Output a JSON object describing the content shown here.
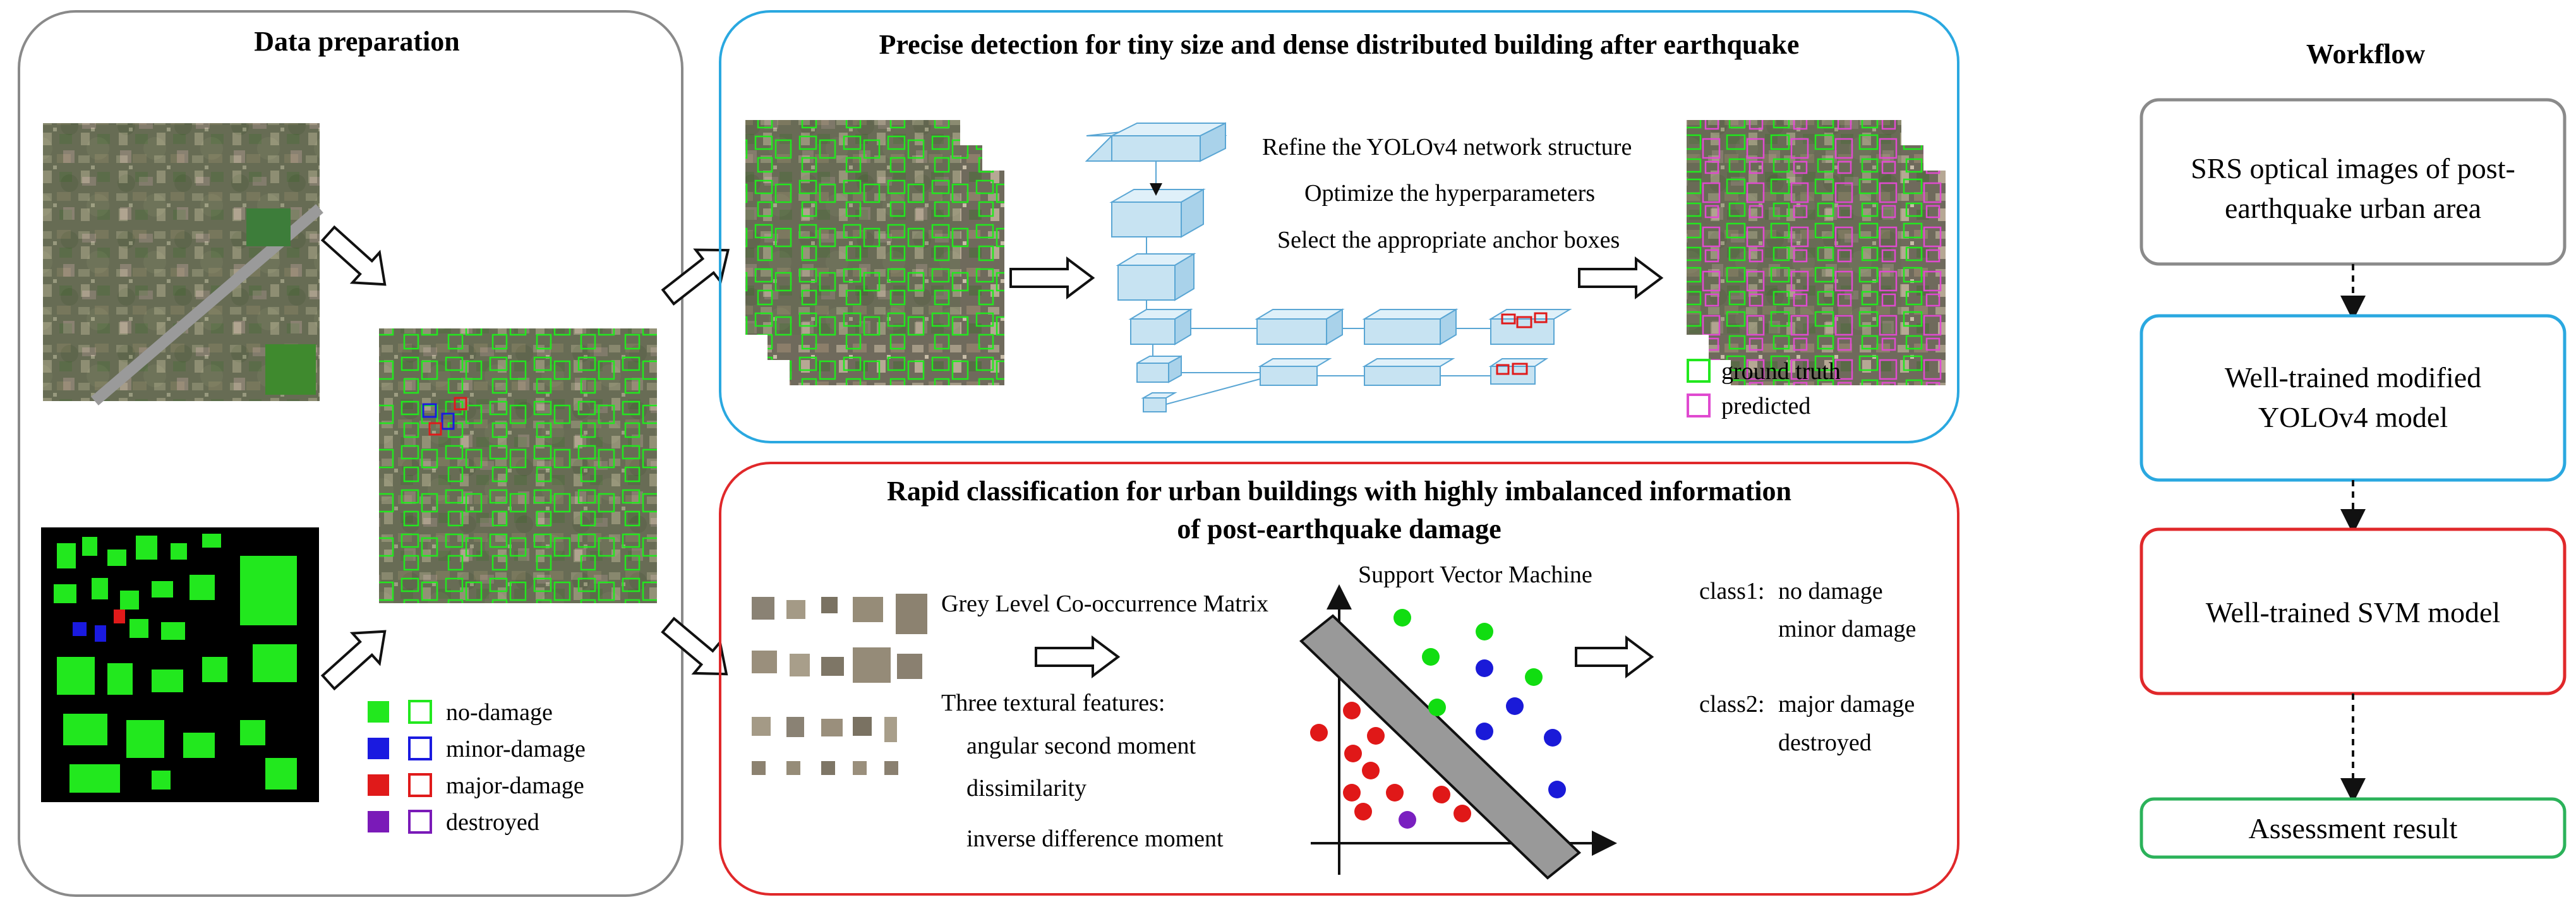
{
  "colors": {
    "panel_gray": "#8a8a8a",
    "panel_blue": "#2aa8e0",
    "panel_red": "#e0282a",
    "panel_green": "#2bb25a",
    "no_damage": "#22e81e",
    "minor_damage": "#1a1ae0",
    "major_damage": "#e01a1a",
    "destroyed": "#7a1ab8",
    "predicted": "#e04ad0",
    "layer_fill": "#c7e3f2",
    "layer_edge": "#5aa6d4",
    "class1": "#11dd11",
    "class1_b": "#1a1ad8",
    "class2": "#e01818",
    "class2_b": "#7a20c0"
  },
  "data_preparation": {
    "title": "Data preparation",
    "legend": [
      {
        "label": "no-damage",
        "color": "#22e81e"
      },
      {
        "label": "minor-damage",
        "color": "#1a1ae0"
      },
      {
        "label": "major-damage",
        "color": "#e01a1a"
      },
      {
        "label": "destroyed",
        "color": "#7a1ab8"
      }
    ]
  },
  "detection": {
    "title": "Precise detection for tiny size and dense distributed building after earthquake",
    "steps": [
      "Refine the YOLOv4 network structure",
      "Optimize the hyperparameters",
      "Select the appropriate anchor boxes"
    ],
    "legend_ground_truth": "ground truth",
    "legend_predicted": "predicted"
  },
  "classification": {
    "title_line1": "Rapid classification for urban buildings with highly imbalanced information",
    "title_line2": "of post-earthquake damage",
    "glcm": "Grey Level Co-occurrence Matrix",
    "features_heading": "Three textural features:",
    "features": [
      "angular second moment",
      "dissimilarity",
      "inverse difference moment"
    ],
    "svm": "Support Vector Machine",
    "class1_label": "class1:",
    "class1_items": [
      "no damage",
      "minor damage"
    ],
    "class2_label": "class2:",
    "class2_items": [
      "major damage",
      "destroyed"
    ]
  },
  "workflow": {
    "title": "Workflow",
    "steps": [
      {
        "line1": "SRS optical images of post-",
        "line2": "earthquake urban area",
        "color": "#8a8a8a"
      },
      {
        "line1": "Well-trained modified",
        "line2": "YOLOv4 model",
        "color": "#2aa8e0"
      },
      {
        "line1": "Well-trained SVM model",
        "line2": "",
        "color": "#e0282a"
      },
      {
        "line1": "Assessment result",
        "line2": "",
        "color": "#2bb25a"
      }
    ]
  }
}
